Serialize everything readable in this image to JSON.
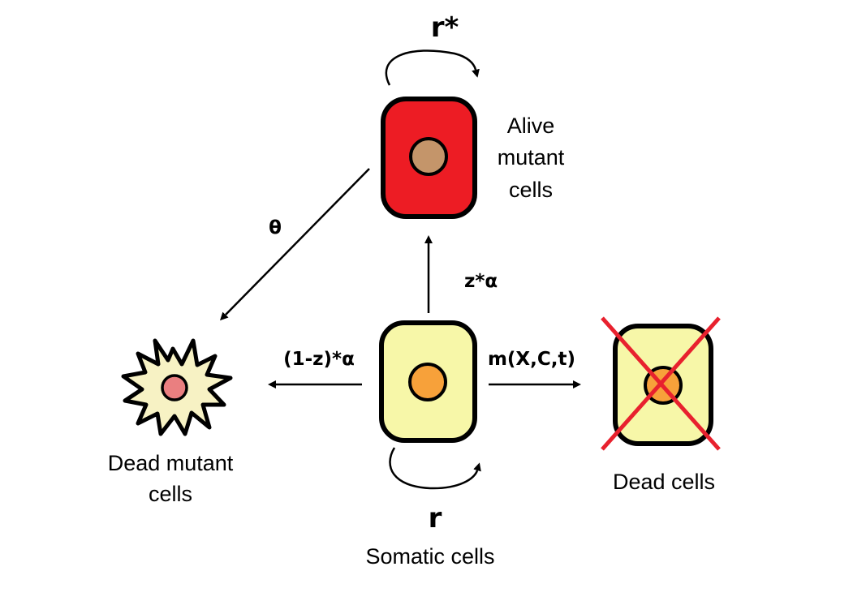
{
  "nodes": {
    "alive_mutant": {
      "label_lines": [
        "Alive",
        "mutant",
        "cells"
      ],
      "fill": "#ed1c24",
      "nucleus": "#c4956a"
    },
    "somatic": {
      "label": "Somatic cells",
      "fill": "#f7f7a8",
      "nucleus": "#f7a13a"
    },
    "dead_mutant": {
      "label_lines": [
        "Dead mutant",
        "cells"
      ],
      "fill": "#f7f2c4",
      "nucleus": "#ea7f80"
    },
    "dead": {
      "label": "Dead cells",
      "fill": "#f7f7a8",
      "nucleus": "#f7a13a",
      "cross_color": "#e8212e"
    }
  },
  "rates": {
    "mutant_self_renewal": "r*",
    "somatic_self_renewal": "r",
    "mutation": "z*α",
    "mutant_death": "θ",
    "lethal_mutation": "(1-z)*α",
    "somatic_death": "m(X,C,t)"
  }
}
